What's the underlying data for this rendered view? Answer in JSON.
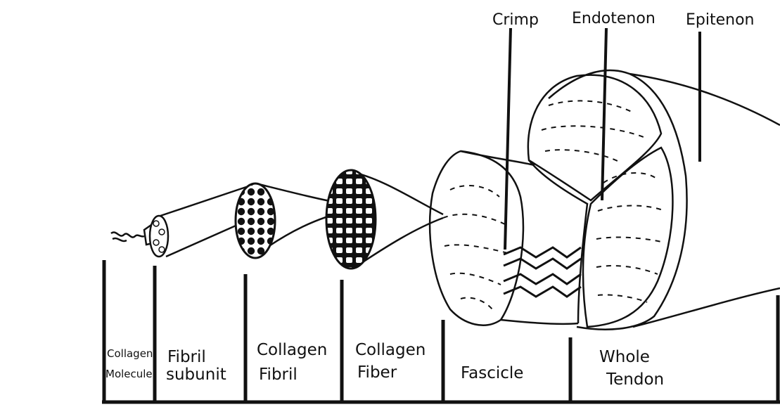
{
  "diagram": {
    "top_labels": {
      "crimp": "Crimp",
      "endotenon": "Endotenon",
      "epitenon": "Epitenon"
    },
    "levels": [
      {
        "line1": "Collagen",
        "line2": "Molecule"
      },
      {
        "line1": "Fibril",
        "line2": "subunit"
      },
      {
        "line1": "Collagen",
        "line2": "Fibril"
      },
      {
        "line1": "Collagen",
        "line2": "Fiber"
      },
      {
        "line1": "Fascicle",
        "line2": ""
      },
      {
        "line1": "Whole",
        "line2": "Tendon"
      }
    ]
  }
}
